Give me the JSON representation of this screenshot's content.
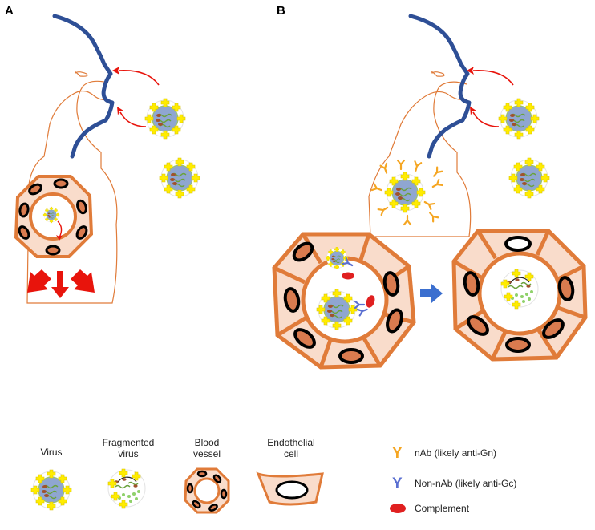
{
  "panels": {
    "a": "A",
    "b": "B"
  },
  "legend": {
    "virus": [
      "Virus"
    ],
    "fragmented_virus": [
      "Fragmented",
      "virus"
    ],
    "blood_vessel": [
      "Blood",
      "vessel"
    ],
    "endothelial_cell": [
      "Endothelial",
      "cell"
    ],
    "nab_symbol": "Y",
    "nab_label": "nAb (likely anti-Gn)",
    "non_nab_symbol": "Y",
    "non_nab_label": "Non-nAb (likely anti-Gc)",
    "complement_label": "Complement"
  },
  "colors": {
    "profile": "#2e4f96",
    "body_outline": "#e07b39",
    "vessel_wall": "#e07b39",
    "cell_fill": "#f9dccb",
    "nucleus_fill": "#d97b4f",
    "nab": "#f5a623",
    "non_nab": "#5a6fd1",
    "complement": "#e02020",
    "arrow_red": "#e8140c",
    "arrow_blue": "#3b6fcf",
    "spike": "#ffec00",
    "virus_core": "#8fa6d1"
  }
}
